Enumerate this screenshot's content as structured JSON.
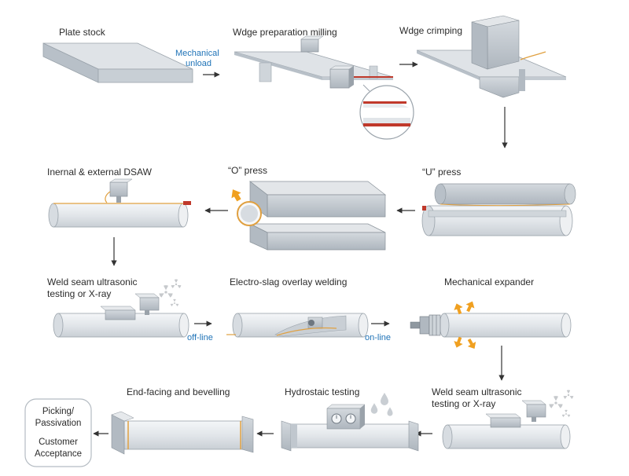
{
  "steps": {
    "plate_stock": "Plate stock",
    "edge_milling": "Wdge preparation milling",
    "edge_crimping": "Wdge crimping",
    "u_press": "“U” press",
    "o_press": "“O” press",
    "dsaw": "Inernal & external DSAW",
    "ut1_line1": "Weld seam ultrasonic",
    "ut1_line2": "testing or X-ray",
    "electro_slag": "Electro-slag overlay welding",
    "expander": "Mechanical expander",
    "ut2_line1": "Weld seam ultrasonic",
    "ut2_line2": "testing or X-ray",
    "hydro": "Hydrostaic testing",
    "end_facing": "End-facing and bevelling"
  },
  "transfers": {
    "mech_line1": "Mechanical",
    "mech_line2": "unload",
    "offline": "off-line",
    "online": "on-line"
  },
  "final_box": {
    "line1": "Picking/",
    "line2": "Passivation",
    "line3": "Customer",
    "line4": "Acceptance"
  },
  "colors": {
    "steel": "#dfe3e7",
    "steel_dark": "#a9b1b9",
    "weld": "#e0a040",
    "red_edge": "#c0392b",
    "annotation_blue": "#1f73b7",
    "force_arrow": "#f0a020"
  },
  "icons": [
    "radiation-icon",
    "water-drops-icon",
    "gauge-icon",
    "force-arrow-icon"
  ]
}
